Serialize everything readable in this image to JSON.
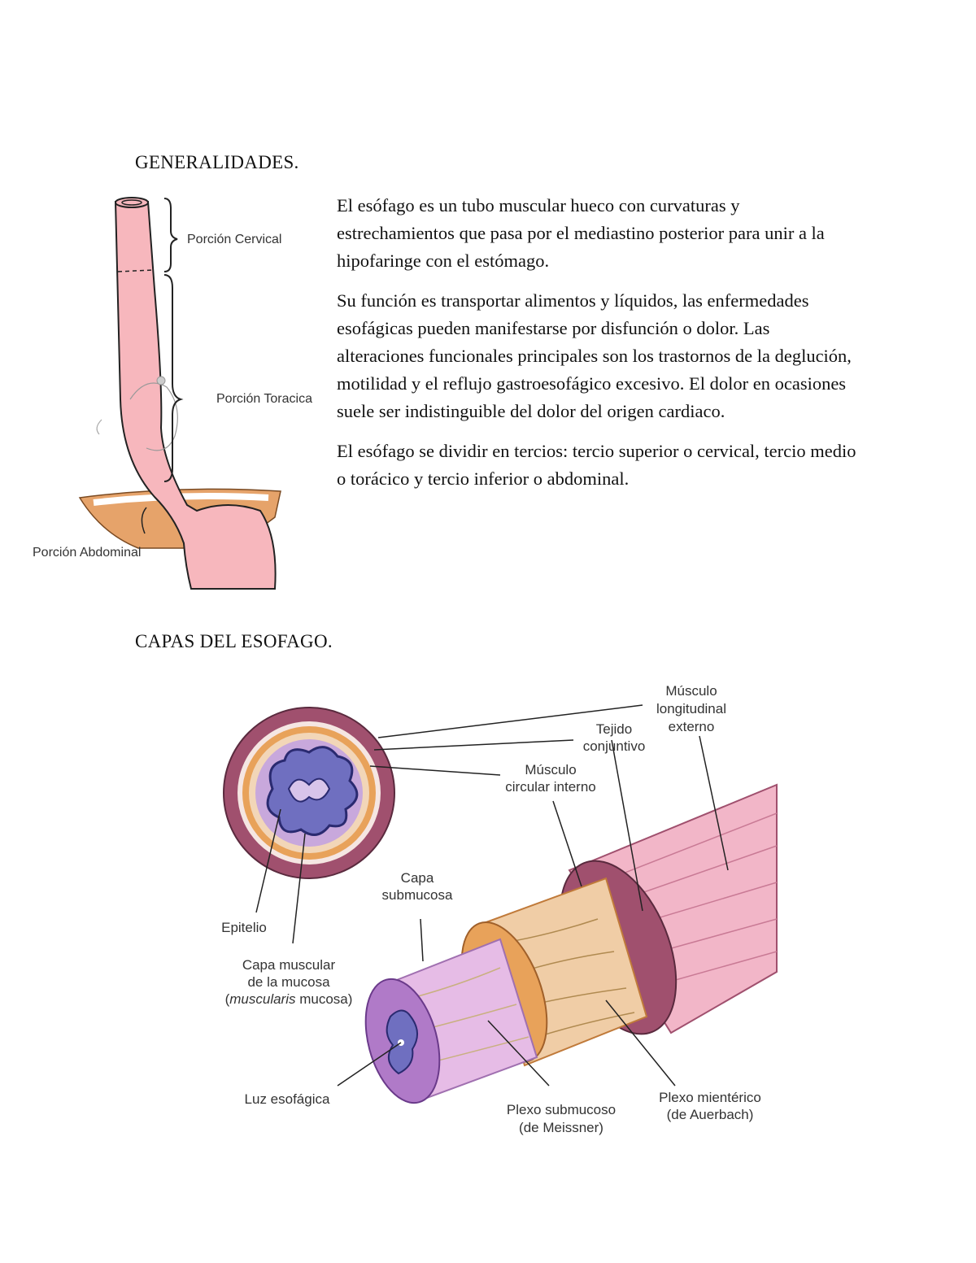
{
  "section1": {
    "heading": "GENERALIDADES.",
    "paragraphs": [
      "El esófago es un tubo muscular hueco con curvaturas y estrechamientos que pasa por el mediastino posterior para unir a la hipofaringe con el estómago.",
      "Su función es transportar alimentos y líquidos, las enfermedades esofágicas pueden manifestarse por disfunción o dolor. Las alteraciones funcionales principales son los trastornos de la deglución, motilidad y el reflujo gastroesofágico excesivo. El dolor en ocasiones suele ser indistinguible del dolor del origen cardiaco.",
      "El esófago se dividir en tercios: tercio superior o cervical, tercio medio o torácico y tercio inferior o abdominal."
    ],
    "figure_labels": {
      "cervical": "Porción Cervical",
      "toracica": "Porción Toracica",
      "abdominal": "Porción Abdominal"
    }
  },
  "section2": {
    "heading": "CAPAS DEL ESOFAGO.",
    "figure_labels": {
      "musculo_long_1": "Músculo",
      "musculo_long_2": "longitudinal",
      "musculo_long_3": "externo",
      "tejido_1": "Tejido",
      "tejido_2": "conjuntivo",
      "musculo_circ_1": "Músculo",
      "musculo_circ_2": "circular interno",
      "capa_sub_1": "Capa",
      "capa_sub_2": "submucosa",
      "epitelio": "Epitelio",
      "capa_musc_1": "Capa muscular",
      "capa_musc_2": "de la mucosa",
      "capa_musc_3a": "(",
      "capa_musc_3b": "muscularis",
      "capa_musc_3c": " mucosa)",
      "luz": "Luz esofágica",
      "plexo_sub_1": "Plexo submucoso",
      "plexo_sub_2": "(de Meissner)",
      "plexo_mien_1": "Plexo mientérico",
      "plexo_mien_2": "(de Auerbach)"
    }
  },
  "colors": {
    "esophagus_pink": "#f7b7bd",
    "diaphragm_orange": "#e09a5c",
    "muscle_pink": "#f2b6c8",
    "mucosa_lilac": "#c8a8dc",
    "epithelium_blue": "#6f6fc0",
    "outer_ring": "#a0506e"
  }
}
